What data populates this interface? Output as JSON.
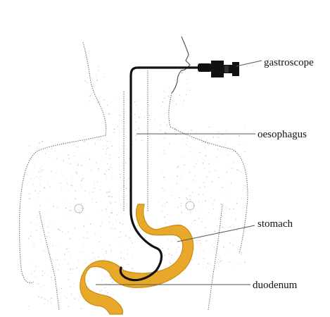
{
  "labels": {
    "gastroscope": "gastroscope",
    "oesophagus": "oesophagus",
    "stomach": "stomach",
    "duodenum": "duodenum"
  },
  "colors": {
    "background": "#ffffff",
    "body_outline": "#6b6b6b",
    "skin_stipple": "#9a9a9a",
    "stomach_fill": "#e8a92a",
    "stomach_edge": "#c98a12",
    "scope_tube": "#111111",
    "leader_line": "#555555",
    "label_text": "#111111"
  },
  "icons": {
    "scope_handle": "gastroscope-handle-icon"
  }
}
